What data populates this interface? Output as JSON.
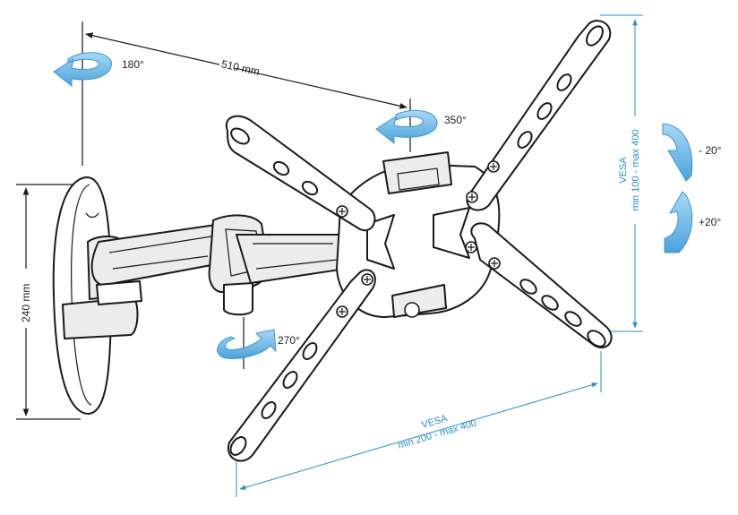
{
  "labels": {
    "rot_top": "180°",
    "rot_mid": "350°",
    "rot_bottom": "270°",
    "arm_length": "510 mm",
    "height": "240 mm",
    "tilt_up": "- 20°",
    "tilt_down": "+20°",
    "vesa_v_title": "VESA",
    "vesa_v_range": "min 100 - max 400",
    "vesa_h_title": "VESA",
    "vesa_h_range": "min 200 - max 400"
  },
  "colors": {
    "line": "#1a1a1a",
    "dimension_blue": "#2a8fc6",
    "arrow_blue": "#6db8e6"
  }
}
